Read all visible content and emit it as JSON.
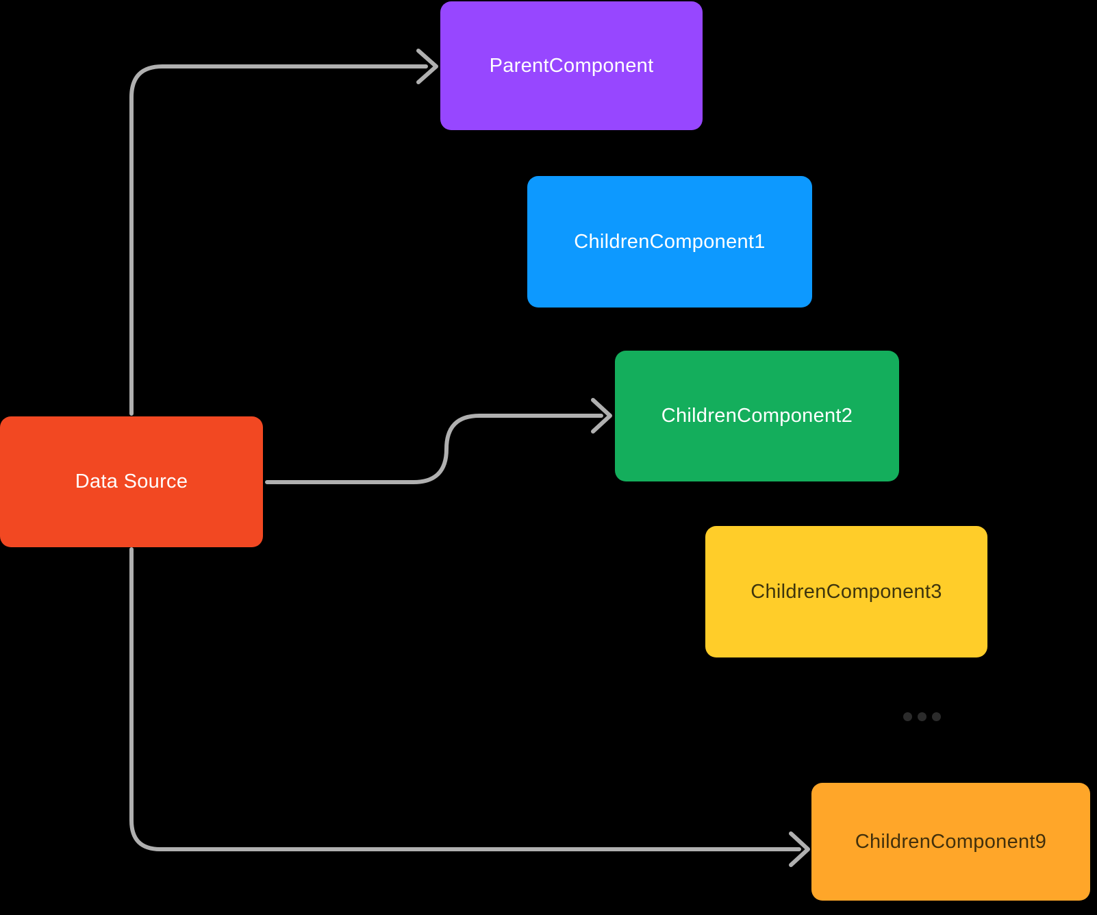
{
  "diagram": {
    "background_color": "#000000",
    "connector_color": "#B0B0B0",
    "nodes": [
      {
        "id": "data-source",
        "label": "Data Source",
        "fill": "#F24822",
        "text_color": "#FFFFFF"
      },
      {
        "id": "parent-component",
        "label": "ParentComponent",
        "fill": "#9747FF",
        "text_color": "#FFFFFF"
      },
      {
        "id": "children-component-1",
        "label": "ChildrenComponent1",
        "fill": "#0D99FF",
        "text_color": "#FFFFFF"
      },
      {
        "id": "children-component-2",
        "label": "ChildrenComponent2",
        "fill": "#14AE5C",
        "text_color": "#FFFFFF"
      },
      {
        "id": "children-component-3",
        "label": "ChildrenComponent3",
        "fill": "#FFCD29",
        "text_color": "#3E350E"
      },
      {
        "id": "children-component-9",
        "label": "ChildrenComponent9",
        "fill": "#FFA629",
        "text_color": "#42300C"
      }
    ],
    "edges": [
      {
        "from": "data-source",
        "to": "parent-component"
      },
      {
        "from": "data-source",
        "to": "children-component-2"
      },
      {
        "from": "data-source",
        "to": "children-component-9"
      }
    ],
    "ellipsis": {
      "dot_count": 3,
      "dot_color": "#2B2B2B"
    }
  }
}
